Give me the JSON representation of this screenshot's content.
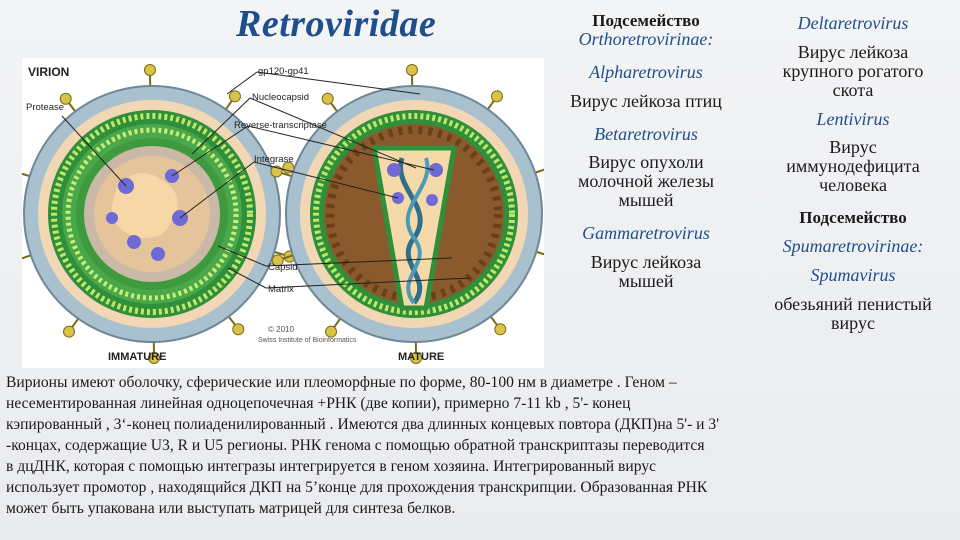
{
  "title": "Retroviridae",
  "figure": {
    "heading": "VIRION",
    "labels": {
      "gp": "gp120-gp41",
      "protease": "Protease",
      "nucleocapsid": "Nucleocapsid",
      "rt": "Reverse-transcriptase",
      "integrase": "Integrase",
      "capsid": "Capsid",
      "matrix": "Matrix",
      "copyright": "© 2010",
      "copyright2": "Swiss Institute of Bioinformatics",
      "immature": "IMMATURE",
      "mature": "MATURE"
    }
  },
  "middle": {
    "subfamily_label": "Подсемейство",
    "subfamily_name": "Orthoretrovirinae:",
    "alpha": "Alpharetrovirus",
    "alpha_desc": "Вирус лейкоза птиц",
    "beta": "Betaretrovirus",
    "beta_desc": [
      "Вирус опухоли",
      "молочной железы",
      "мышей"
    ],
    "gamma": "Gammaretrovirus",
    "gamma_desc": [
      "Вирус лейкоза",
      "мышей"
    ]
  },
  "right": {
    "delta": "Deltaretrovirus",
    "delta_desc": [
      "Вирус лейкоза",
      "крупного рогатого",
      "скота"
    ],
    "lenti": "Lentivirus",
    "lenti_desc": [
      "Вирус",
      "иммунодефицита",
      "человека"
    ],
    "subfamily_label": "Подсемейство",
    "subfamily_name": "Spumaretrovirinae:",
    "spuma": "Spumavirus",
    "spuma_desc": [
      "обезьяний пенистый",
      "вирус"
    ]
  },
  "paragraph": [
    "Вирионы имеют оболочку, сферические или плеоморфные по форме, 80-100 нм в диаметре . Геном –",
    "несементированная линейная одноцепочечная +РНК (две копии), примерно 7-11 kb , 5'- конец",
    "кэпированный , 3‘-конец полиаденилированный . Имеются два длинных концевых повтора (ДКП)на 5'- и 3'",
    "-концах, содержащие U3, R и U5 регионы. РНК генома с помощью обратной транскриптазы переводится",
    "в дцДНК, которая с помощью интегразы интегрируется в геном хозяина. Интегрированный вирус",
    "использует промотор , находящийся ДКП на 5’конце для прохождения транскрипции. Образованная РНК",
    "может быть упакована  или выступать матрицей для синтеза  белков."
  ]
}
